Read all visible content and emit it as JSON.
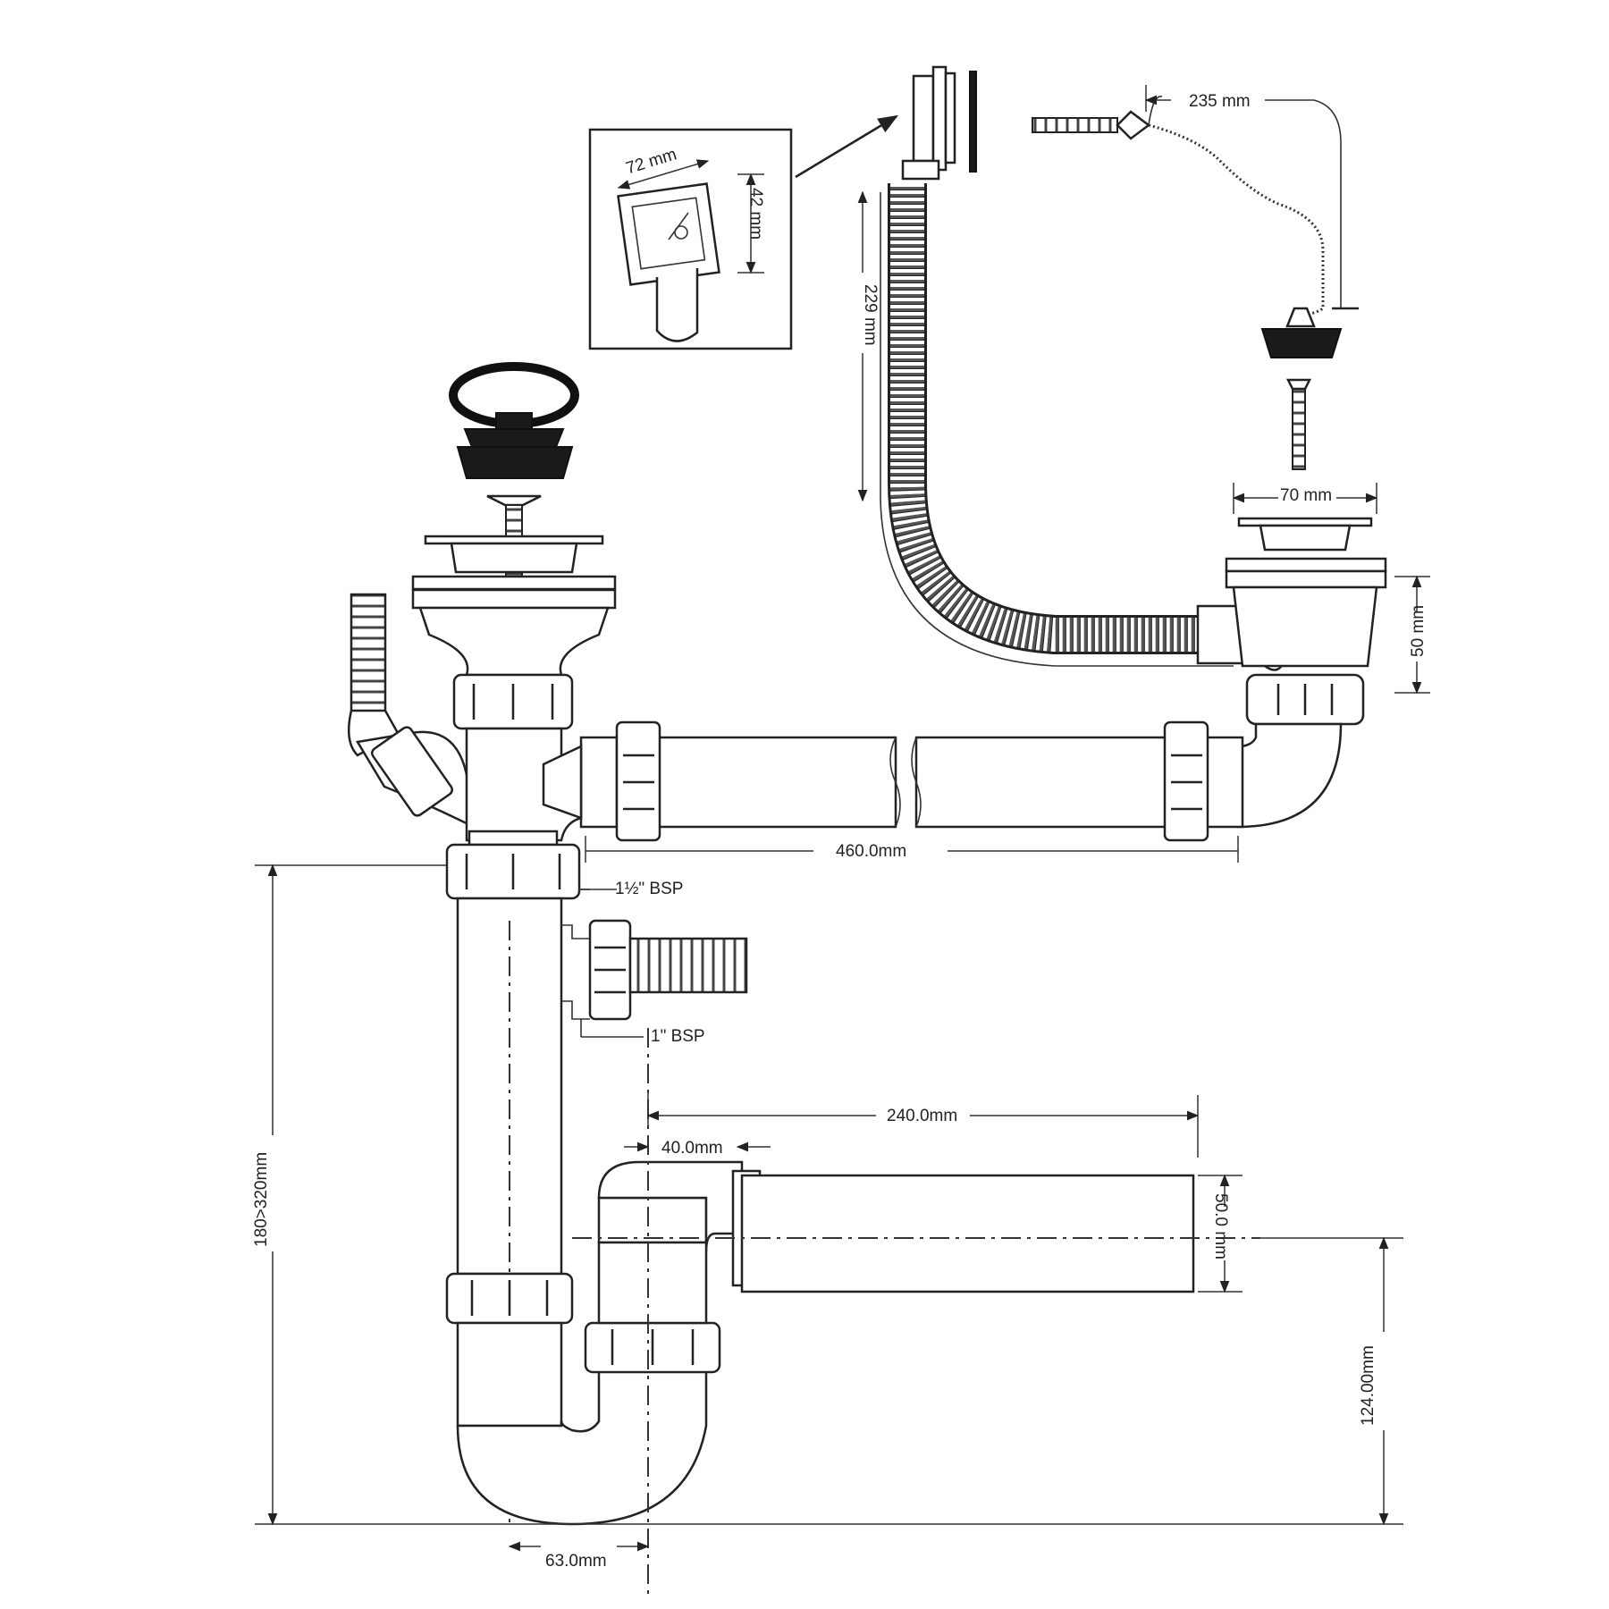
{
  "labels": {
    "inset_width": "72 mm",
    "inset_height": "42 mm",
    "hose_length": "229 mm",
    "chain_length": "235 mm",
    "plug_width": "70 mm",
    "waste_height": "50 mm",
    "pipe_length": "460.0mm",
    "bsp_large": "1½\" BSP",
    "bsp_small": "1\" BSP",
    "outlet_length": "240.0mm",
    "outlet_offset": "40.0mm",
    "outlet_diameter": "50.0 mm",
    "total_height": "180>320mm",
    "outlet_height": "124.00mm",
    "trap_spacing": "63.0mm"
  },
  "colors": {
    "line": "#222222",
    "fill": "#ffffff",
    "dark": "#1a1a1a"
  },
  "icons": [
    "arrow-icon"
  ]
}
